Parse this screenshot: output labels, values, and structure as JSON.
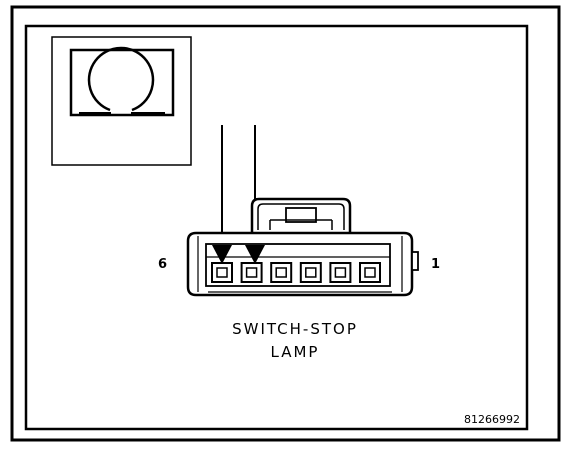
{
  "diagram": {
    "pin_left_label": "6",
    "pin_right_label": "1",
    "connector_title_line1": "SWITCH-STOP",
    "connector_title_line2": "LAMP",
    "figure_id": "81266992",
    "cavity_count": 6,
    "probed_cavities": [
      6,
      5
    ]
  }
}
